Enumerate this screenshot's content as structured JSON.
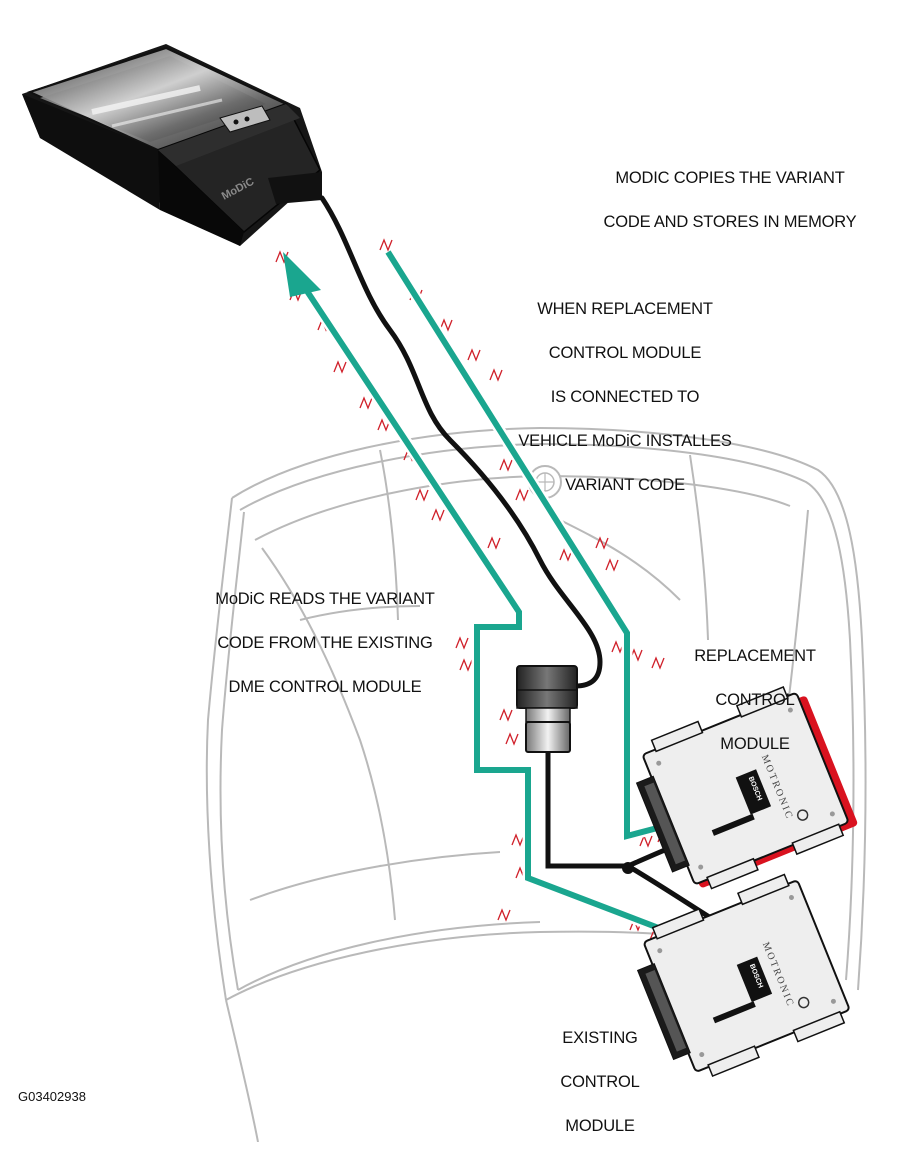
{
  "labels": {
    "modic_copies": [
      "MODIC COPIES THE VARIANT",
      "CODE AND STORES IN MEMORY"
    ],
    "when_replacement": [
      "WHEN REPLACEMENT",
      "CONTROL MODULE",
      "IS CONNECTED TO",
      "VEHICLE MoDiC INSTALLES",
      "VARIANT CODE"
    ],
    "modic_reads": [
      "MoDiC READS THE VARIANT",
      "CODE FROM THE EXISTING",
      "DME CONTROL MODULE"
    ],
    "replacement_module": [
      "REPLACEMENT",
      "CONTROL",
      "MODULE"
    ],
    "existing_module": [
      "EXISTING",
      "CONTROL",
      "MODULE"
    ]
  },
  "device_brand": "MoDiC",
  "module_brand": "MOTRONIC",
  "bosch_badge": "BOSCH",
  "figure_id": "G03402938",
  "colors": {
    "arrow_teal": "#1aa68f",
    "signal_red": "#d0202a",
    "cable_black": "#111111",
    "car_outline": "#b8b8b8",
    "module_edge_red": "#d9121f"
  }
}
